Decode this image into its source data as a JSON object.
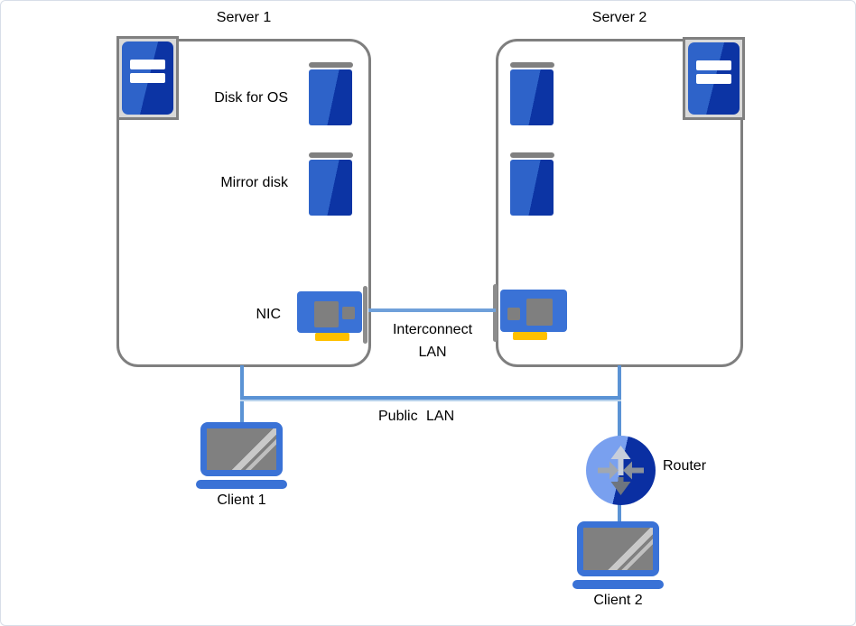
{
  "servers": [
    {
      "label": "Server 1",
      "disk_os_label": "Disk for OS",
      "mirror_disk_label": "Mirror disk",
      "nic_label": "NIC"
    },
    {
      "label": "Server 2"
    }
  ],
  "networks": {
    "interconnect": {
      "line1": "Interconnect",
      "line2": "LAN"
    },
    "public": {
      "label": "Public LAN"
    }
  },
  "devices": {
    "clients": [
      {
        "label": "Client 1"
      },
      {
        "label": "Client 2"
      }
    ],
    "router": {
      "label": "Router"
    }
  },
  "icons": [
    "server-tower-icon",
    "disk-icon",
    "nic-icon",
    "laptop-icon",
    "router-icon"
  ],
  "colors": {
    "blue": "#3A72D6",
    "icon_blue_light": "#2E63C9",
    "icon_blue_dark": "#0C34A4",
    "router_light": "#79A0EF",
    "router_dark": "#0A2FA2",
    "yellow": "#FFC000",
    "gray": "#808080",
    "light_gray": "#D9D9D9",
    "box_border": "#7F7F7F",
    "lan_line": "#5B93D5",
    "interconnect_line": "#6FA0DA",
    "text": "#000000"
  }
}
